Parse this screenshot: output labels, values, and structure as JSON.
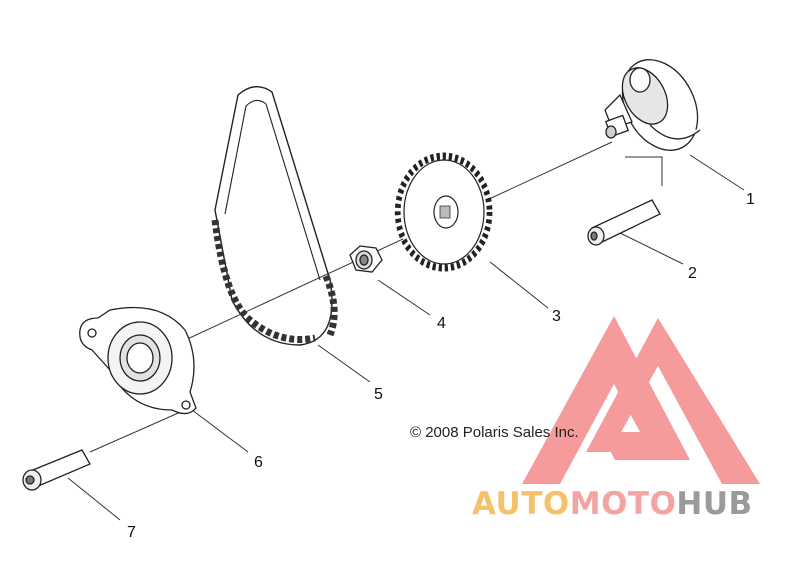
{
  "callouts": [
    "1",
    "2",
    "3",
    "4",
    "5",
    "6",
    "7"
  ],
  "copyright": "© 2008 Polaris Sales Inc.",
  "watermark": {
    "word1": "AUTO",
    "word2": "MOTO",
    "word3": "HUB",
    "colors": {
      "auto": "#f5c26b",
      "moto": "#f4a3a3",
      "hub": "#9a9a9a",
      "logo": "#f27a7a"
    }
  },
  "parts": [
    "oil-pump-icon",
    "pump-bolt-icon",
    "sprocket-gear-icon",
    "flange-nut-icon",
    "drive-chain-icon",
    "cover-plate-icon",
    "cover-bolt-icon"
  ]
}
